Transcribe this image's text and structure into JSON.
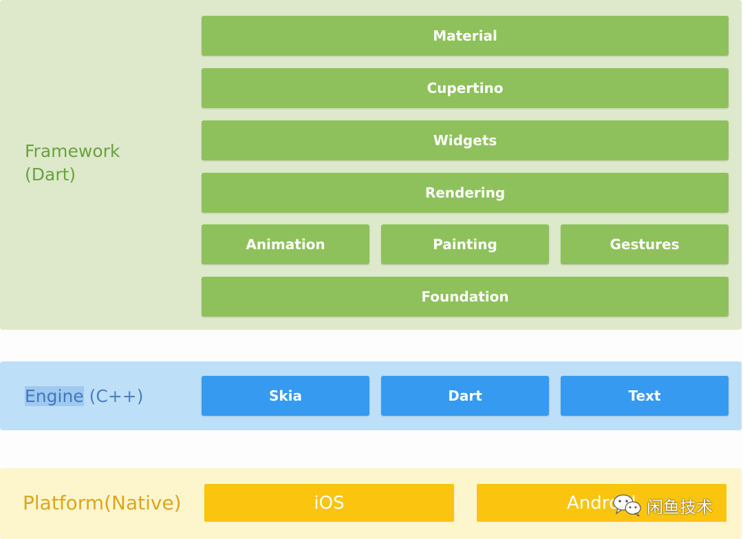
{
  "framework": {
    "label": "Framework\n(Dart)",
    "rows": [
      [
        "Material"
      ],
      [
        "Cupertino"
      ],
      [
        "Widgets"
      ],
      [
        "Rendering"
      ],
      [
        "Animation",
        "Painting",
        "Gestures"
      ],
      [
        "Foundation"
      ]
    ],
    "color": "#8ec15c",
    "band_color": "#dde9ca"
  },
  "engine": {
    "label_highlight": "Engine",
    "label_rest": " (C++)",
    "boxes": [
      "Skia",
      "Dart",
      "Text"
    ],
    "color": "#369af0",
    "band_color": "#bddff8"
  },
  "platform": {
    "label": "Platform(Native)",
    "boxes": [
      "iOS",
      "Android"
    ],
    "color": "#fbc40f",
    "band_color": "#fdf6cd"
  },
  "watermark": {
    "icon": "wechat-icon",
    "text": "闲鱼技术"
  }
}
